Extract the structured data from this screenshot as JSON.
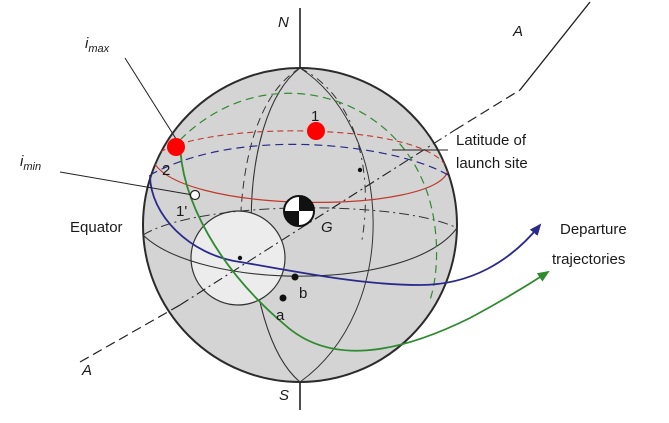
{
  "labels": {
    "north": "N",
    "south": "S",
    "axis_top": "A",
    "axis_bottom": "A",
    "i_max_base": "i",
    "i_max_sub": "max",
    "i_min_base": "i",
    "i_min_sub": "min",
    "equator": "Equator",
    "latitude_line1": "Latitude of",
    "latitude_line2": "launch site",
    "point_1": "1",
    "point_2": "2",
    "point_1prime": "1'",
    "center_g": "G",
    "departure_line1": "Departure",
    "departure_line2": "trajectories",
    "point_a": "a",
    "point_b": "b"
  },
  "colors": {
    "sphere_fill": "#d4d4d4",
    "sphere_outline": "#2b2b2b",
    "latitude_circle": "#c0392b",
    "marker_red": "#ff0000",
    "trajectory_blue": "#2a2a8c",
    "trajectory_green": "#2e8b2e",
    "inner_disk_fill": "#ececec"
  }
}
